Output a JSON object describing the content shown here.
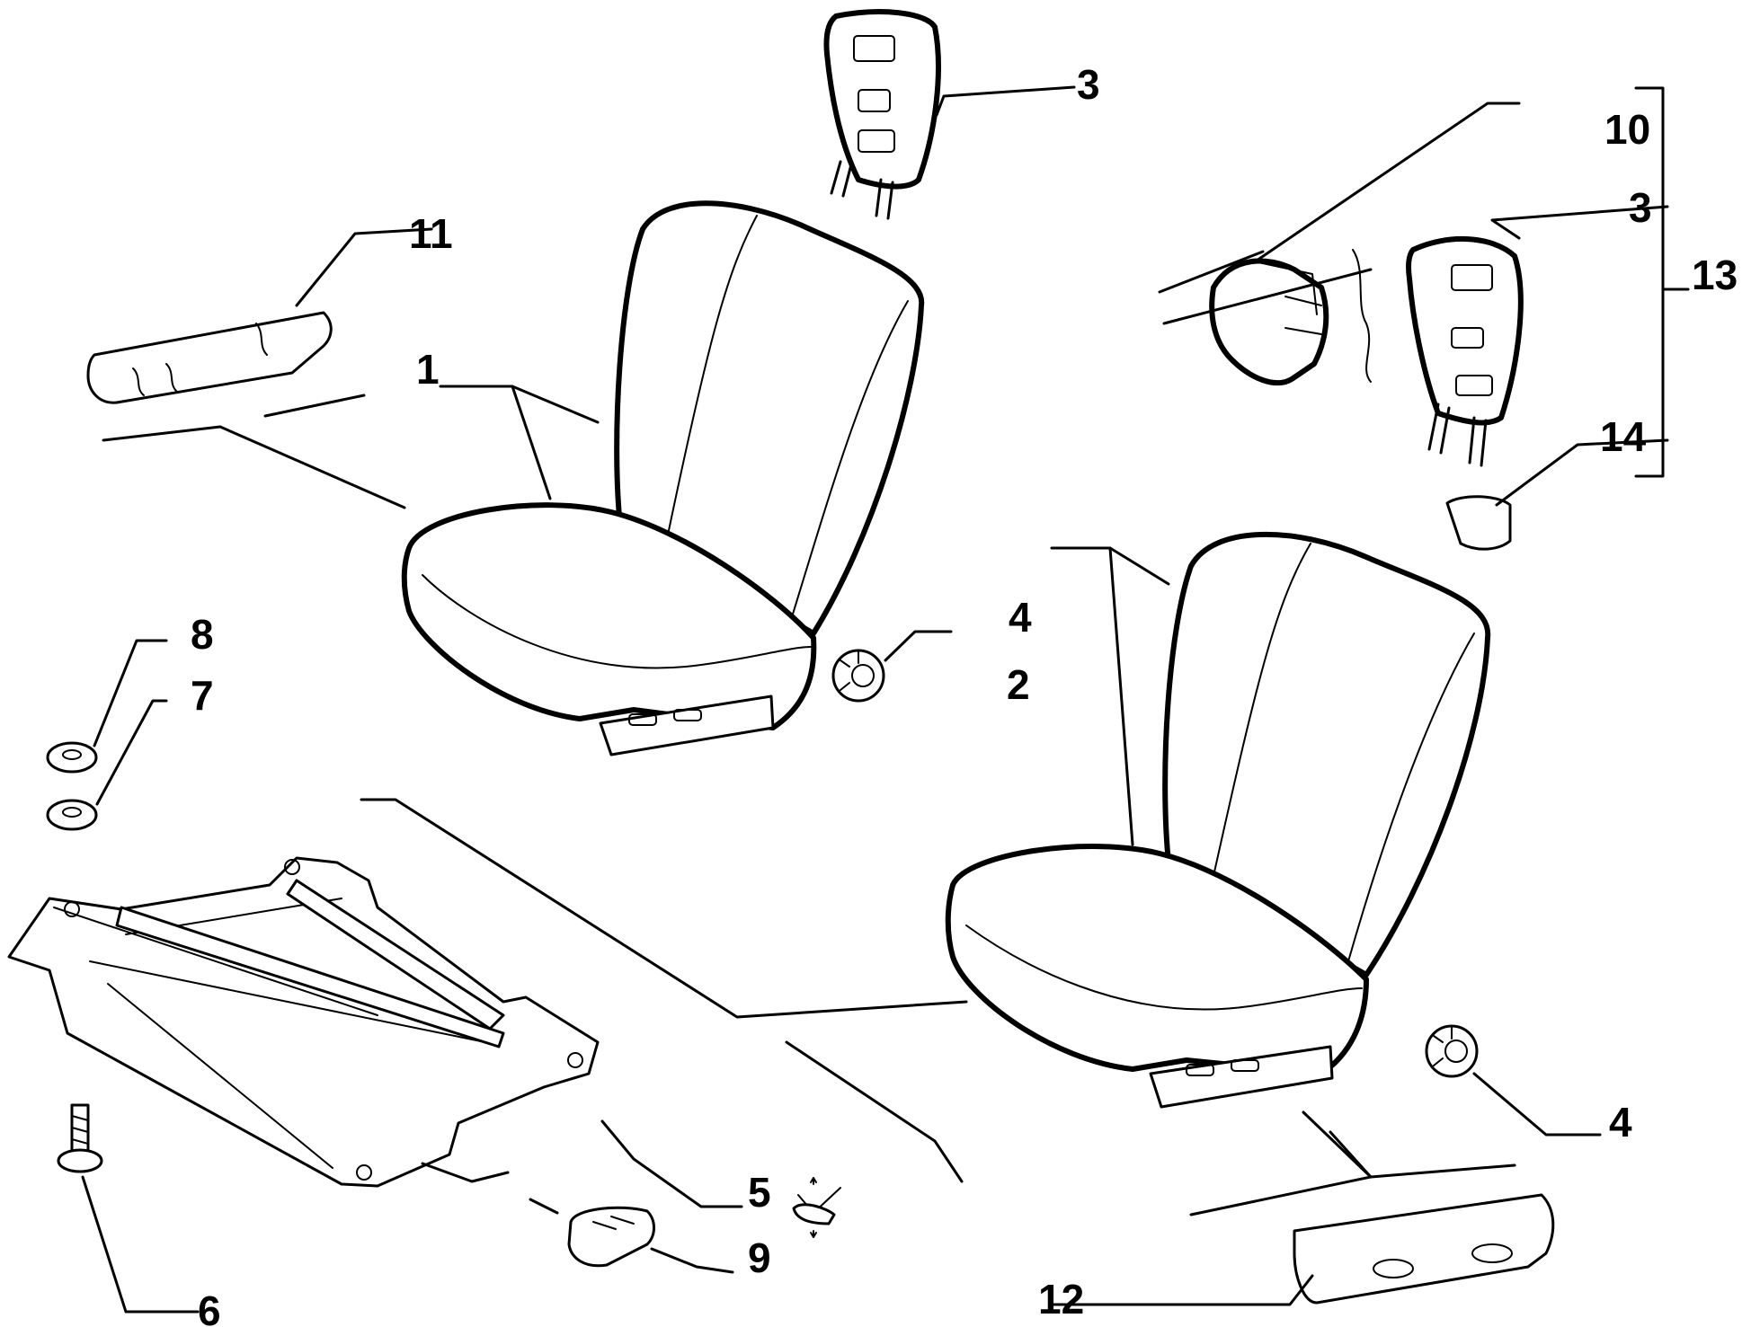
{
  "callouts": {
    "c1": "1",
    "c2": "2",
    "c3a": "3",
    "c3b": "3",
    "c4a": "4",
    "c4b": "4",
    "c5": "5",
    "c6": "6",
    "c7": "7",
    "c8": "8",
    "c9": "9",
    "c10": "10",
    "c11": "11",
    "c12": "12",
    "c13": "13",
    "c14": "14"
  },
  "symbols": {
    "seat_height_adjust": "seat-height-adjust-icon"
  }
}
